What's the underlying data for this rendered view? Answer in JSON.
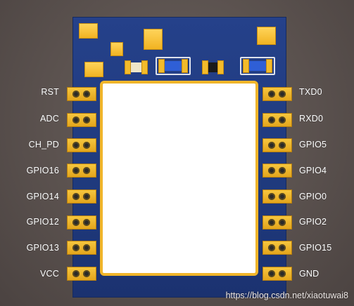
{
  "diagram": {
    "title": "",
    "left_pins": [
      "RST",
      "ADC",
      "CH_PD",
      "GPIO16",
      "GPIO14",
      "GPIO12",
      "GPIO13",
      "VCC"
    ],
    "right_pins": [
      "TXD0",
      "RXD0",
      "GPIO5",
      "GPIO4",
      "GPIO0",
      "GPIO2",
      "GPIO15",
      "GND"
    ],
    "watermark": "https://blog.csdn.net/xiaotuwai8",
    "colors": {
      "board": "#1f3a7d",
      "pad_gold": "#f1b322",
      "shield": "#ffffff",
      "label": "#ffffff",
      "background": "#5a514e"
    }
  }
}
